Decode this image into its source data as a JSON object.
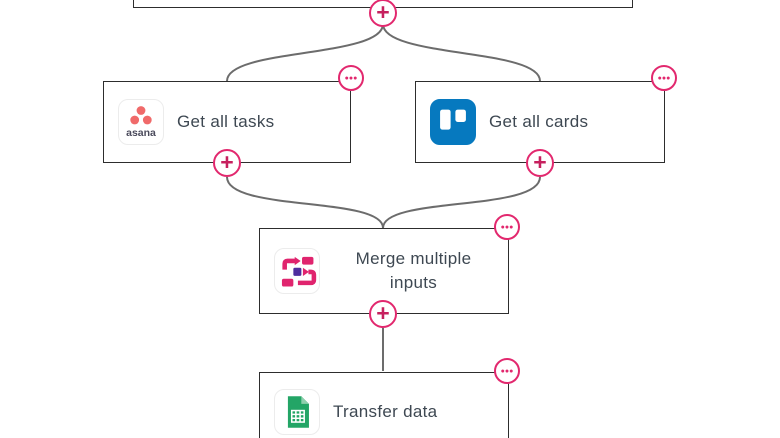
{
  "workflow": {
    "nodes": [
      {
        "id": "get-all-tasks",
        "label": "Get all tasks",
        "app": "asana"
      },
      {
        "id": "get-all-cards",
        "label": "Get all cards",
        "app": "trello"
      },
      {
        "id": "merge-multiple-inputs",
        "label": "Merge multiple inputs",
        "app": "merge"
      },
      {
        "id": "transfer-data",
        "label": "Transfer data",
        "app": "google-sheets"
      }
    ]
  },
  "glyphs": {
    "plus": "+",
    "menu_dots": "●●●",
    "asana_wordmark": "asana"
  },
  "colors": {
    "accent_pink": "#e2286e",
    "plus_pink": "#c6205e",
    "box_border": "#2d2d2d",
    "connector": "#6c6c6c",
    "label_text": "#3e4852",
    "trello_blue": "#0679bf",
    "sheets_green": "#23a566",
    "sheets_fold": "#8fd0ae",
    "asana_coral": "#f06a6a",
    "asana_text": "#4b4b5c",
    "merge_pink": "#e0246e",
    "merge_purple": "#4f2d9f",
    "icon_border": "#ececec",
    "canvas_bg": "#ffffff"
  }
}
